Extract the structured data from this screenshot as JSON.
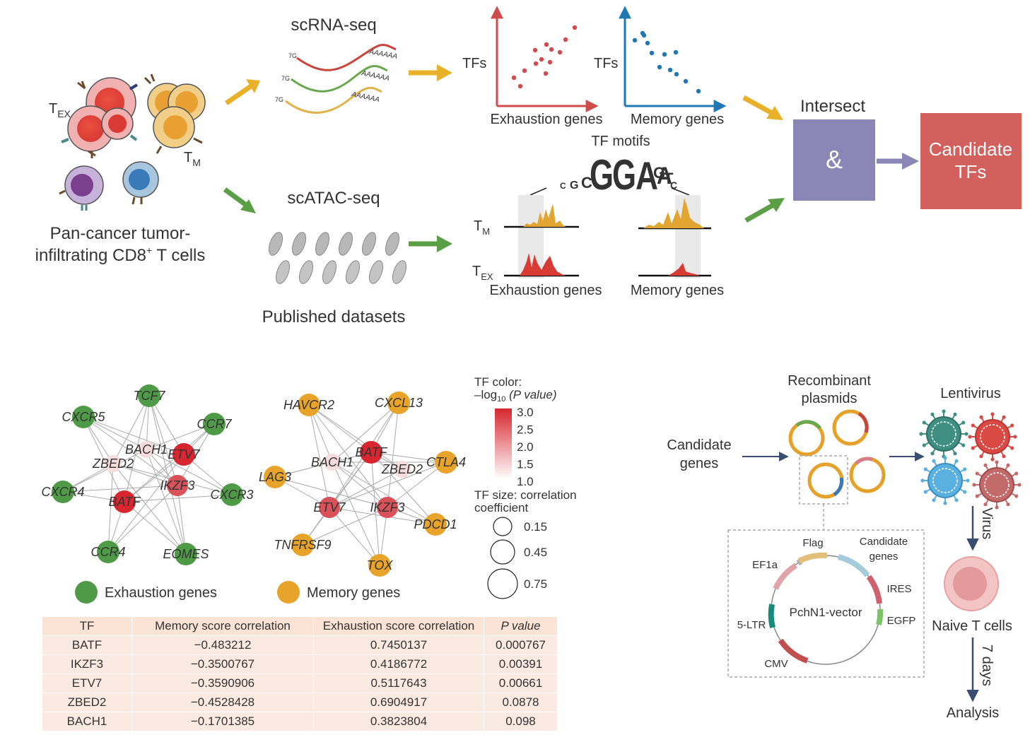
{
  "panel_a": {
    "cells_title_line1": "Pan-cancer tumor-",
    "cells_title_line2": "infiltrating CD8",
    "cells_title_sup": "+",
    "cells_title_end": " T cells",
    "tex_label": "T",
    "tex_sub": "EX",
    "tm_label": "T",
    "tm_sub": "M",
    "scrna_label": "scRNA-seq",
    "scatac_label": "scATAC-seq",
    "published_label": "Published datasets",
    "polya_label": "AAAAAA",
    "cap_label": "7G",
    "plot_ylabel": "TFs",
    "plot1_xlabel": "Exhaustion genes",
    "plot2_xlabel": "Memory genes",
    "motif_title": "TF motifs",
    "motif_letters": [
      "G",
      "G",
      "A",
      "A",
      "G",
      "T"
    ],
    "track_tm_label": "T",
    "track_tm_sub": "M",
    "track_tex_label": "T",
    "track_tex_sub": "EX",
    "track1_xlabel": "Exhaustion genes",
    "track2_xlabel": "Memory genes",
    "intersect_label": "Intersect",
    "and_symbol": "&",
    "candidate_line1": "Candidate",
    "candidate_line2": "TFs"
  },
  "panel_b": {
    "network1_nodes": [
      {
        "label": "TCF7",
        "kind": "exhaustion"
      },
      {
        "label": "CXCR5",
        "kind": "exhaustion"
      },
      {
        "label": "CCR7",
        "kind": "exhaustion"
      },
      {
        "label": "BACH1",
        "kind": "tf-low"
      },
      {
        "label": "ETV7",
        "kind": "tf-high"
      },
      {
        "label": "ZBED2",
        "kind": "tf-low"
      },
      {
        "label": "IKZF3",
        "kind": "tf-mid"
      },
      {
        "label": "CXCR4",
        "kind": "exhaustion"
      },
      {
        "label": "CXCR3",
        "kind": "exhaustion"
      },
      {
        "label": "BATF",
        "kind": "tf-high"
      },
      {
        "label": "CCR4",
        "kind": "exhaustion"
      },
      {
        "label": "EOMES",
        "kind": "exhaustion"
      }
    ],
    "network2_nodes": [
      {
        "label": "HAVCR2",
        "kind": "memory"
      },
      {
        "label": "CXCL13",
        "kind": "memory"
      },
      {
        "label": "BATF",
        "kind": "tf-high"
      },
      {
        "label": "BACH1",
        "kind": "tf-low"
      },
      {
        "label": "ZBED2",
        "kind": "tf-low"
      },
      {
        "label": "CTLA4",
        "kind": "memory"
      },
      {
        "label": "LAG3",
        "kind": "memory"
      },
      {
        "label": "ETV7",
        "kind": "tf-mid"
      },
      {
        "label": "IKZF3",
        "kind": "tf-mid"
      },
      {
        "label": "PDCD1",
        "kind": "memory"
      },
      {
        "label": "TNFRSF9",
        "kind": "memory"
      },
      {
        "label": "TOX",
        "kind": "memory"
      }
    ],
    "legend_exhaustion": "Exhaustion genes",
    "legend_memory": "Memory genes",
    "color_legend_title": "TF color:",
    "color_legend_sub_pre": "–log",
    "color_legend_sub_base": "10",
    "color_legend_sub_post": " (P value)",
    "color_ticks": [
      "3.0",
      "2.5",
      "2.0",
      "1.5",
      "1.0"
    ],
    "size_legend_title_line1": "TF size: correlation",
    "size_legend_title_line2": "coefficient",
    "size_ticks": [
      "0.15",
      "0.45",
      "0.75"
    ],
    "colors": {
      "exhaustion": "#4e9a46",
      "memory": "#e8a32a",
      "tf_high": "#d7262f",
      "tf_mid": "#d9525a",
      "tf_low": "#f6dcdc"
    },
    "table": {
      "headers": [
        "TF",
        "Memory score correlation",
        "Exhaustion score correlation",
        "P value"
      ],
      "rows": [
        [
          "BATF",
          "−0.483212",
          "0.7450137",
          "0.000767"
        ],
        [
          "IKZF3",
          "−0.3500767",
          "0.4186772",
          "0.00391"
        ],
        [
          "ETV7",
          "−0.3590906",
          "0.5117643",
          "0.00661"
        ],
        [
          "ZBED2",
          "−0.4528428",
          "0.6904917",
          "0.0878"
        ],
        [
          "BACH1",
          "−0.1701385",
          "0.3823804",
          "0.098"
        ]
      ]
    }
  },
  "panel_c": {
    "candidate_genes_line1": "Candidate",
    "candidate_genes_line2": "genes",
    "plasmids_line1": "Recombinant",
    "plasmids_line2": "plasmids",
    "lentivirus_label": "Lentivirus",
    "virus_label": "Virus",
    "naive_label": "Naive T cells",
    "days_label": "7 days",
    "analysis_label": "Analysis",
    "vector_name": "PchN1-vector",
    "vector_parts": [
      "Flag",
      "Candidate",
      "genes",
      "EF1a",
      "IRES",
      "EGFP",
      "5-LTR",
      "CMV"
    ]
  }
}
